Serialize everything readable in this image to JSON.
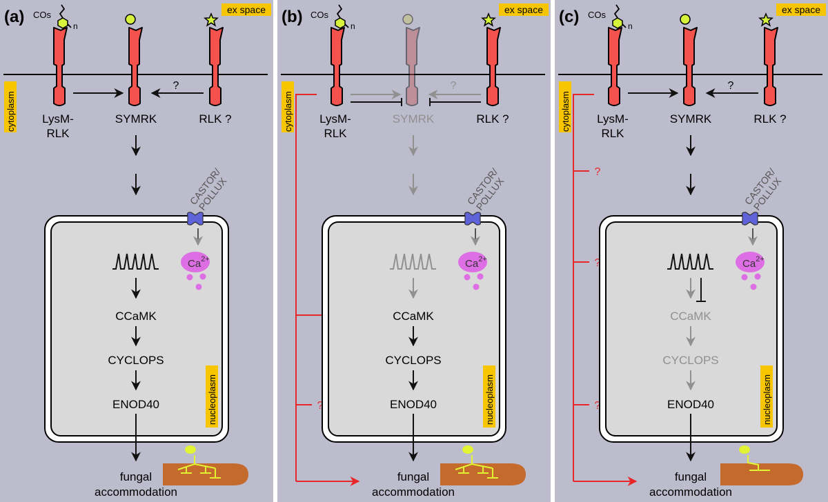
{
  "colors": {
    "panel_bg": "#bdbccd",
    "nucleus_fill": "#d9d9d9",
    "receptor_red": "#f4524d",
    "ligand_yellow": "#d6f23a",
    "channel_blue": "#5e63d9",
    "calcium_magenta": "#dd6ee3",
    "label_yellow": "#f7c600",
    "arrow_red": "#e8262a",
    "fungus_brown": "#c46a2c",
    "hypha_yellow": "#e2f333",
    "faded_gray": "#909090"
  },
  "panels": [
    {
      "letter": "(a)",
      "ex_space": "ex space",
      "cytoplasm": "cytoplasm",
      "nucleoplasm": "nucleoplasm",
      "cos": "COs",
      "n": "n",
      "lysm_line1": "LysM-",
      "lysm_line2": "RLK",
      "symrk": "SYMRK",
      "rlk": "RLK ?",
      "question": "?",
      "castor_line1": "CASTOR/",
      "castor_line2": "POLLUX",
      "ca": "Ca",
      "ca_sup": "2+",
      "ccamk": "CCaMK",
      "cyclops": "CYCLOPS",
      "enod40": "ENOD40",
      "fungal": "fungal",
      "accommodation": "accommodation"
    },
    {
      "letter": "(b)",
      "ex_space": "ex space",
      "cytoplasm": "cytoplasm",
      "nucleoplasm": "nucleoplasm",
      "cos": "COs",
      "n": "n",
      "lysm_line1": "LysM-",
      "lysm_line2": "RLK",
      "symrk": "SYMRK",
      "rlk": "RLK ?",
      "question": "?",
      "castor_line1": "CASTOR/",
      "castor_line2": "POLLUX",
      "ca": "Ca",
      "ca_sup": "2+",
      "ccamk": "CCaMK",
      "cyclops": "CYCLOPS",
      "enod40": "ENOD40",
      "fungal": "fungal",
      "accommodation": "accommodation",
      "red_question": "?"
    },
    {
      "letter": "(c)",
      "ex_space": "ex space",
      "cytoplasm": "cytoplasm",
      "nucleoplasm": "nucleoplasm",
      "cos": "COs",
      "n": "n",
      "lysm_line1": "LysM-",
      "lysm_line2": "RLK",
      "symrk": "SYMRK",
      "rlk": "RLK ?",
      "question": "?",
      "castor_line1": "CASTOR/",
      "castor_line2": "POLLUX",
      "ca": "Ca",
      "ca_sup": "2+",
      "ccamk": "CCaMK",
      "cyclops": "CYCLOPS",
      "enod40": "ENOD40",
      "fungal": "fungal",
      "accommodation": "accommodation",
      "red_question": "?"
    }
  ]
}
